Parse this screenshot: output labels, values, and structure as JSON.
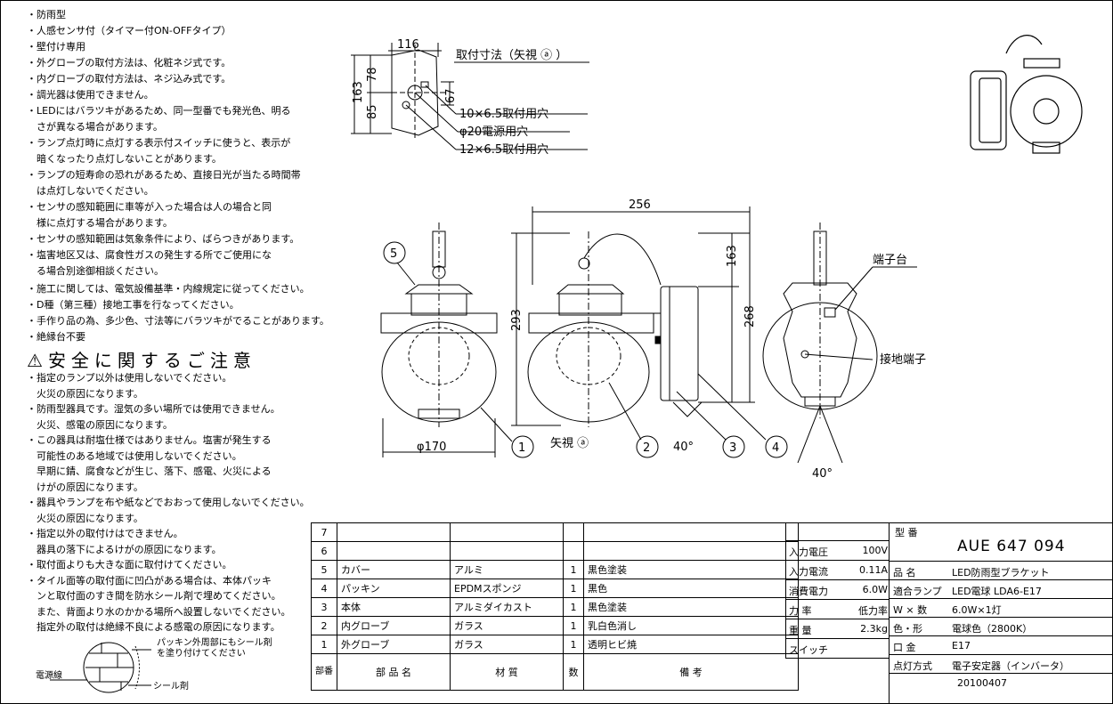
{
  "notes": [
    "・防雨型",
    "・人感センサ付（タイマー付ON-OFFタイプ）",
    "・壁付け専用",
    "・外グローブの取付方法は、化粧ネジ式です。",
    "・内グローブの取付方法は、ネジ込み式です。",
    "・調光器は使用できません。",
    "・LEDにはバラツキがあるため、同一型番でも発光色、明る",
    "　さが異なる場合があります。",
    "・ランプ点灯時に点灯する表示付スイッチに使うと、表示が",
    "　暗くなったり点灯しないことがあります。",
    "・ランプの短寿命の恐れがあるため、直接日光が当たる時間帯",
    "　は点灯しないでください。",
    "・センサの感知範囲に車等が入った場合は人の場合と同",
    "　様に点灯する場合があります。",
    "・センサの感知範囲は気象条件により、ばらつきがあります。",
    "・塩害地区又は、腐食性ガスの発生する所でご使用にな",
    "　る場合別途御相談ください。",
    "・施工に関しては、電気設備基準・内線規定に従ってください。",
    "・D種（第三種）接地工事を行なってください。",
    "・手作り品の為、多少色、寸法等にバラツキがでることがあります。",
    "・絶縁台不要"
  ],
  "safety_title": "安全に関するご注意",
  "safety_notes": [
    "・指定のランプ以外は使用しないでください。",
    "　火災の原因になります。",
    "・防雨型器具です。湿気の多い場所では使用できません。",
    "　火災、感電の原因になります。",
    "・この器具は耐塩仕様ではありません。塩害が発生する",
    "　可能性のある地域では使用しないでください。",
    "　早期に錆、腐食などが生じ、落下、感電、火災による",
    "　けがの原因になります。",
    "・器具やランプを布や紙などでおおって使用しないでください。",
    "　火災の原因になります。",
    "・指定以外の取付けはできません。",
    "　器具の落下によるけがの原因になります。",
    "・取付面よりも大きな面に取付けてください。",
    "・タイル面等の取付面に凹凸がある場合は、本体パッキ",
    "　ンと取付面のすき間を防水シール剤で埋めてください。",
    "　また、背面より水のかかる場所へ設置しないでください。",
    "　指定外の取付は絶縁不良による感電の原因になります。"
  ],
  "seal_diagram": {
    "note1": "パッキン外周部にもシール剤",
    "note2": "を塗り付けてください",
    "power_line": "電源線",
    "sealant": "シール剤"
  },
  "mount": {
    "title": "取付寸法（矢視 ⓐ ）",
    "dim_w": "116",
    "dim_h": "163",
    "dim_a": "78",
    "dim_b": "85",
    "dim_c": "67",
    "hole1": "10×6.5取付用穴",
    "hole2": "φ20電源用穴",
    "hole3": "12×6.5取付用穴"
  },
  "views": {
    "width": "256",
    "height_total": "293",
    "height_268": "268",
    "height_163": "163",
    "diameter": "φ170",
    "arrow_view": "矢視 ⓐ",
    "angle1": "40°",
    "angle2": "40°",
    "terminal_block": "端子台",
    "ground_terminal": "接地端子",
    "callouts": [
      "1",
      "2",
      "3",
      "4",
      "5"
    ]
  },
  "parts": {
    "rows": [
      {
        "no": "7",
        "name": "",
        "material": "",
        "qty": "",
        "remark": ""
      },
      {
        "no": "6",
        "name": "",
        "material": "",
        "qty": "",
        "remark": ""
      },
      {
        "no": "5",
        "name": "カバー",
        "material": "アルミ",
        "qty": "1",
        "remark": "黒色塗装"
      },
      {
        "no": "4",
        "name": "パッキン",
        "material": "EPDMスポンジ",
        "qty": "1",
        "remark": "黒色"
      },
      {
        "no": "3",
        "name": "本体",
        "material": "アルミダイカスト",
        "qty": "1",
        "remark": "黒色塗装"
      },
      {
        "no": "2",
        "name": "内グローブ",
        "material": "ガラス",
        "qty": "1",
        "remark": "乳白色消し"
      },
      {
        "no": "1",
        "name": "外グローブ",
        "material": "ガラス",
        "qty": "1",
        "remark": "透明ヒビ焼"
      }
    ],
    "header": {
      "no": "部番",
      "name": "部 品 名",
      "material": "材 質",
      "qty": "数",
      "remark": "備 考"
    }
  },
  "electrical": [
    {
      "label": "入力電圧",
      "value": "100V"
    },
    {
      "label": "入力電流",
      "value": "0.11A"
    },
    {
      "label": "消費電力",
      "value": "6.0W"
    },
    {
      "label": "力 率",
      "value": "低力率"
    },
    {
      "label": "重 量",
      "value": "2.3kg"
    },
    {
      "label": "スイッチ",
      "value": ""
    }
  ],
  "title_block": {
    "model_label": "型 番",
    "model": "AUE 647 094",
    "name_label": "品 名",
    "name": "LED防雨型ブラケット",
    "lamp_label": "適合ランプ",
    "lamp": "LED電球 LDA6-E17",
    "wattage_label": "W × 数",
    "wattage": "6.0W×1灯",
    "color_label": "色・形",
    "color": "電球色（2800K）",
    "base_label": "口 金",
    "base": "E17",
    "lighting_label": "点灯方式",
    "lighting": "電子安定器（インバータ）",
    "date": "20100407"
  }
}
